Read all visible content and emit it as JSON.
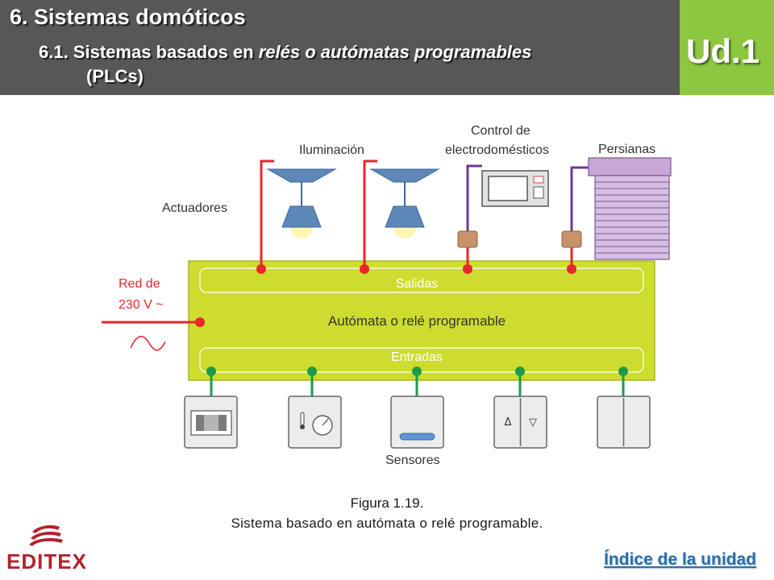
{
  "header": {
    "title": "6. Sistemas domóticos",
    "subtitle_part1": "6.1. Sistemas basados en ",
    "subtitle_italic": "relés o autómatas programables",
    "subtitle_line2": "(PLCs)",
    "unit_badge": "Ud.1"
  },
  "diagram": {
    "label_actuadores": "Actuadores",
    "label_iluminacion": "Iluminación",
    "label_control_line1": "Control de",
    "label_control_line2": "electrodomésticos",
    "label_persianas": "Persianas",
    "label_red_line1": "Red de",
    "label_red_line2": "230 V ~",
    "label_salidas": "Salidas",
    "label_automata": "Autómata o relé programable",
    "label_entradas": "Entradas",
    "label_sensores": "Sensores",
    "sensor_button_up": "Δ",
    "sensor_button_down": "▽",
    "colors": {
      "plc_fill": "#cddc2e",
      "red_wire": "#e8262d",
      "purple_wire": "#6a3a96",
      "green_wire": "#1e9b48"
    }
  },
  "caption": {
    "figure": "Figura 1.19.",
    "text": "Sistema basado en autómata o relé programable."
  },
  "footer": {
    "logo_text": "EDITEX",
    "index_link": "Índice de la unidad"
  }
}
